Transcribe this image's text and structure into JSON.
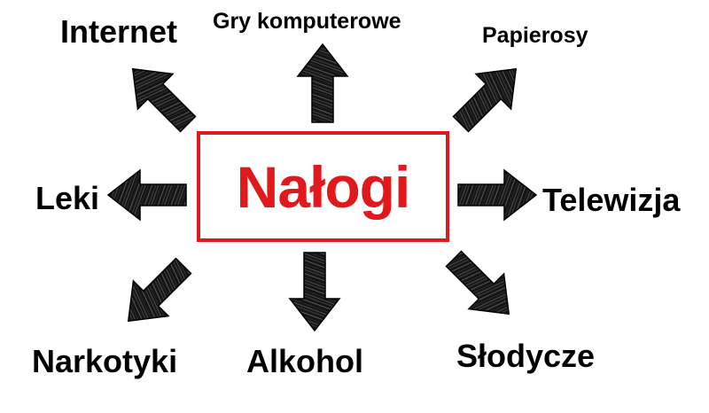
{
  "center": {
    "title": "Nałogi",
    "border_color": "#e0191d",
    "text_color": "#e0191d"
  },
  "items": [
    {
      "id": "internet",
      "label": "Internet",
      "direction": "up-left"
    },
    {
      "id": "gry",
      "label": "Gry komputerowe",
      "direction": "up"
    },
    {
      "id": "papierosy",
      "label": "Papierosy",
      "direction": "up-right"
    },
    {
      "id": "leki",
      "label": "Leki",
      "direction": "left"
    },
    {
      "id": "telewizja",
      "label": "Telewizja",
      "direction": "right"
    },
    {
      "id": "narkotyki",
      "label": "Narkotyki",
      "direction": "down-left"
    },
    {
      "id": "alkohol",
      "label": "Alkohol",
      "direction": "down"
    },
    {
      "id": "slodycze",
      "label": "Słodycze",
      "direction": "down-right"
    }
  ],
  "arrow_style": {
    "fill": "#1a1a1a",
    "icon": "textured-block-arrow-icon"
  }
}
